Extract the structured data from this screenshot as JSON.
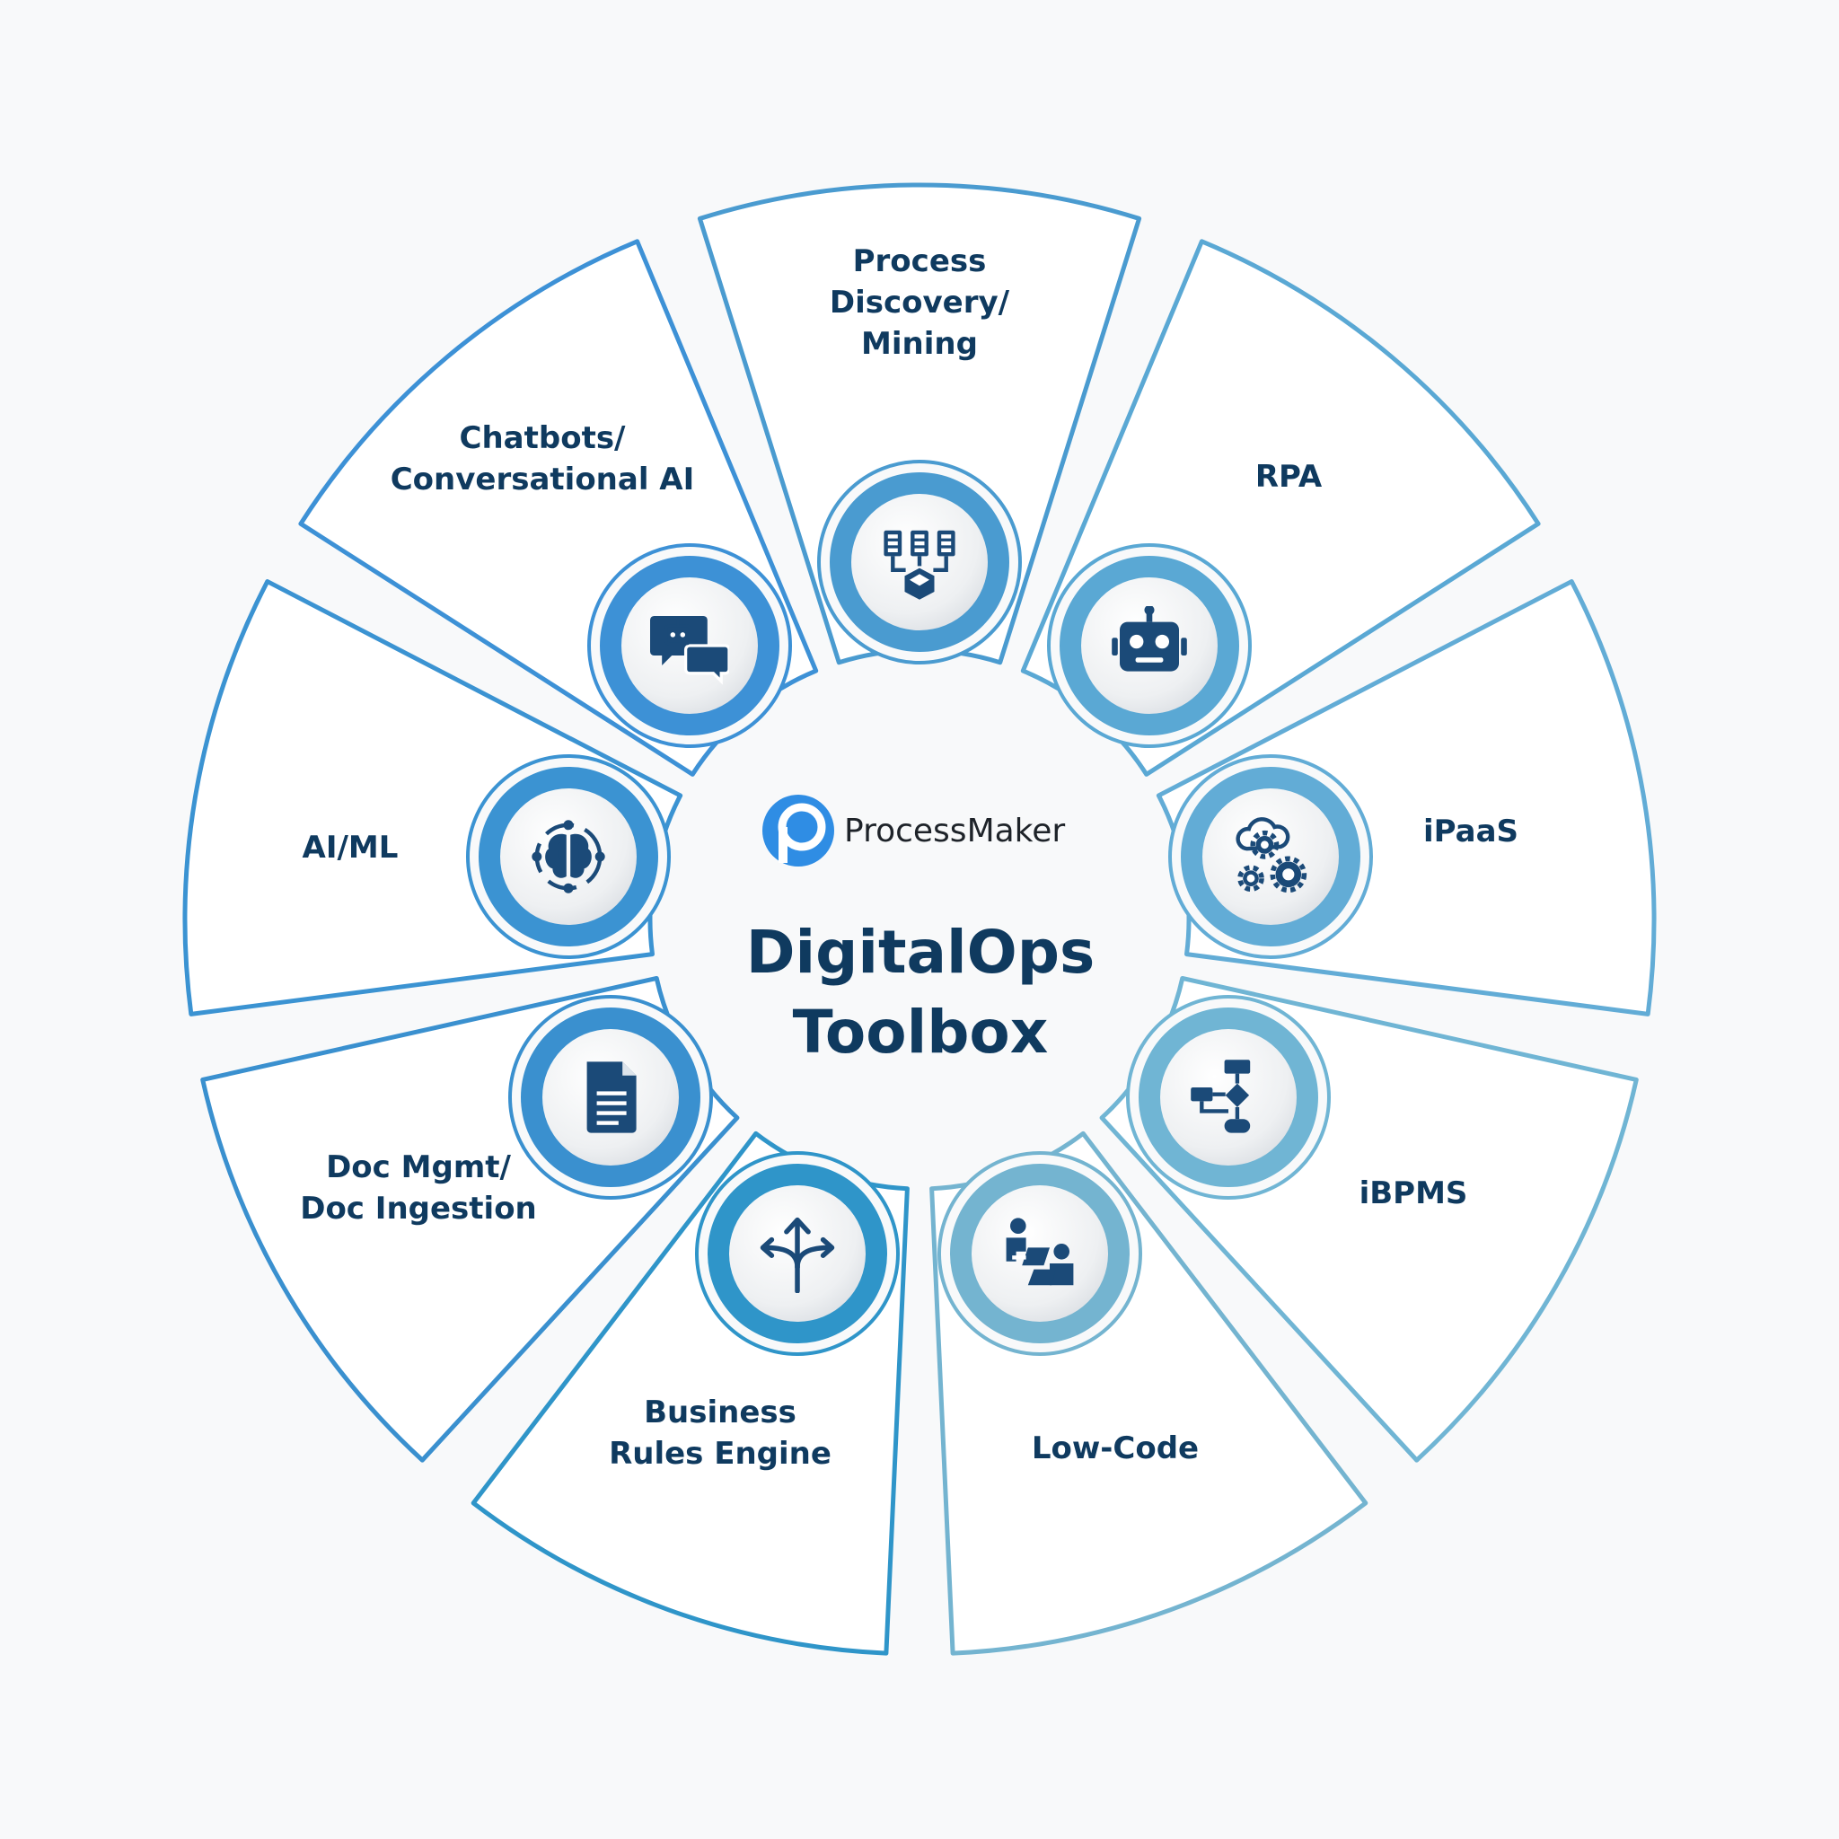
{
  "brand": {
    "name": "ProcessMaker",
    "logo_color": "#2f8de4"
  },
  "title": {
    "line1": "DigitalOps",
    "line2": "Toolbox"
  },
  "colors": {
    "text": "#0f3a5f",
    "icon": "#1b4a78",
    "background": "#f8f9fa"
  },
  "segments": [
    {
      "id": "process-discovery",
      "label_lines": [
        "Process",
        "Discovery/",
        "Mining"
      ],
      "icon": "process-mining-icon",
      "color": "#4a9bd0"
    },
    {
      "id": "rpa",
      "label_lines": [
        "RPA"
      ],
      "icon": "robot-icon",
      "color": "#5aa8d4"
    },
    {
      "id": "ipaas",
      "label_lines": [
        "iPaaS"
      ],
      "icon": "cloud-gears-icon",
      "color": "#62acd6"
    },
    {
      "id": "ibpms",
      "label_lines": [
        "iBPMS"
      ],
      "icon": "flowchart-icon",
      "color": "#70b5d4"
    },
    {
      "id": "low-code",
      "label_lines": [
        "Low-Code"
      ],
      "icon": "developers-icon",
      "color": "#74b4d0"
    },
    {
      "id": "business-rules",
      "label_lines": [
        "Business",
        "Rules Engine"
      ],
      "icon": "split-arrows-icon",
      "color": "#2f95c9"
    },
    {
      "id": "doc-mgmt",
      "label_lines": [
        "Doc Mgmt/",
        "Doc Ingestion"
      ],
      "icon": "document-icon",
      "color": "#3a90cf"
    },
    {
      "id": "ai-ml",
      "label_lines": [
        "AI/ML"
      ],
      "icon": "brain-icon",
      "color": "#3b93d2"
    },
    {
      "id": "chatbots",
      "label_lines": [
        "Chatbots/",
        "Conversational AI"
      ],
      "icon": "chat-bot-icon",
      "color": "#3d91d6"
    }
  ]
}
